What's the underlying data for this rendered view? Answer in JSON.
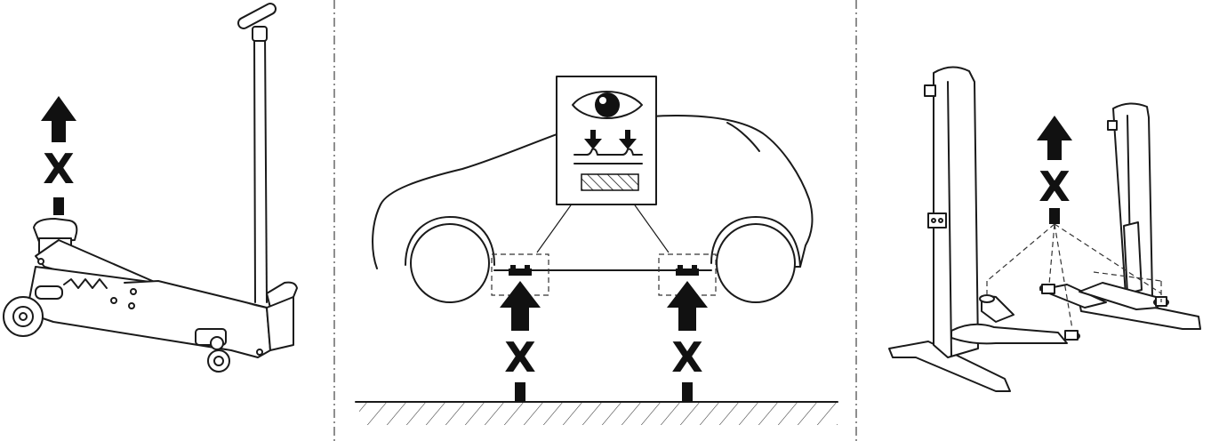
{
  "panels": {
    "left": {
      "x_label": "X"
    },
    "center": {
      "x_label_front": "X",
      "x_label_rear": "X"
    },
    "right": {
      "x_label": "X"
    }
  },
  "icons": [
    "floor-jack-icon",
    "eye-icon",
    "car-silhouette-icon",
    "two-post-lift-icon",
    "up-arrow-icon",
    "ground-hatch-icon"
  ],
  "colors": {
    "ink": "#111111",
    "background": "#ffffff"
  }
}
